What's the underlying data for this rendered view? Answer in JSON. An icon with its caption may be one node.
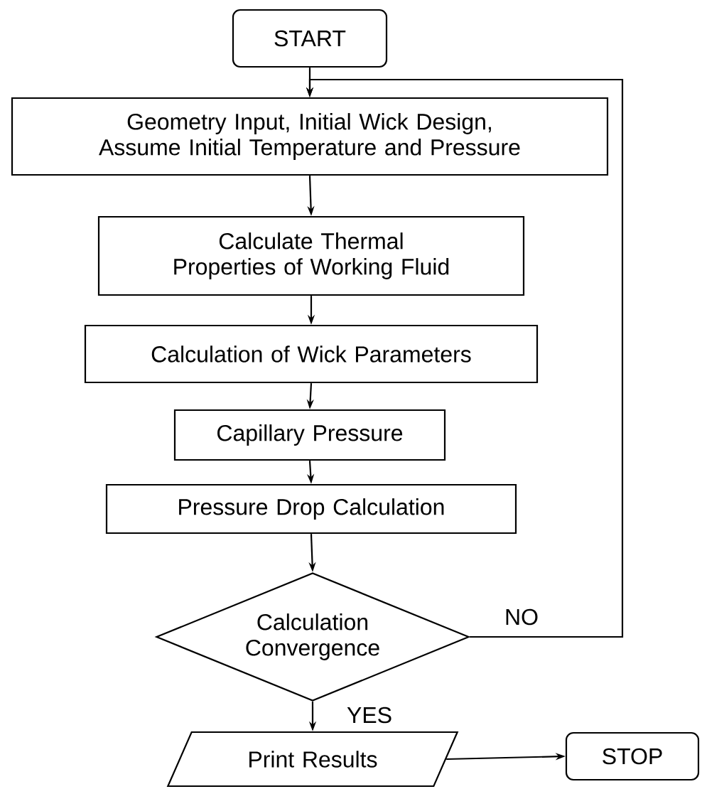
{
  "diagram": {
    "nodes": [
      {
        "text": [
          "START"
        ]
      },
      {
        "text": [
          "Geometry Input, Initial Wick Design, Assume Initial Temperature and Pressure"
        ]
      },
      {
        "text": [
          "Calculate Thermal Properties of Working Fluid"
        ]
      },
      {
        "text": [
          "Calculation of Wick Parameters"
        ]
      },
      {
        "text": [
          "Capillary Pressure"
        ]
      },
      {
        "text": [
          "Pressure Drop Calculation"
        ]
      },
      {
        "text": [
          "Calculation Convergence"
        ]
      },
      {
        "text": [
          "Print Results"
        ]
      },
      {
        "text": [
          "STOP"
        ]
      }
    ],
    "edges": [
      {
        "from": 0,
        "to": 1,
        "arrow": "to"
      },
      {
        "from": 1,
        "to": 2,
        "arrow": "to"
      },
      {
        "from": 2,
        "to": 3,
        "arrow": "to"
      },
      {
        "from": 3,
        "to": 4,
        "arrow": "to"
      },
      {
        "from": 4,
        "to": 5,
        "arrow": "to"
      },
      {
        "from": 5,
        "to": 6,
        "arrow": "to"
      },
      {
        "from": 6,
        "to": 1,
        "arrow": "to",
        "label": "NO"
      },
      {
        "from": 6,
        "to": 7,
        "arrow": "to",
        "label": "YES"
      },
      {
        "from": 7,
        "to": 8,
        "arrow": "to"
      }
    ]
  }
}
